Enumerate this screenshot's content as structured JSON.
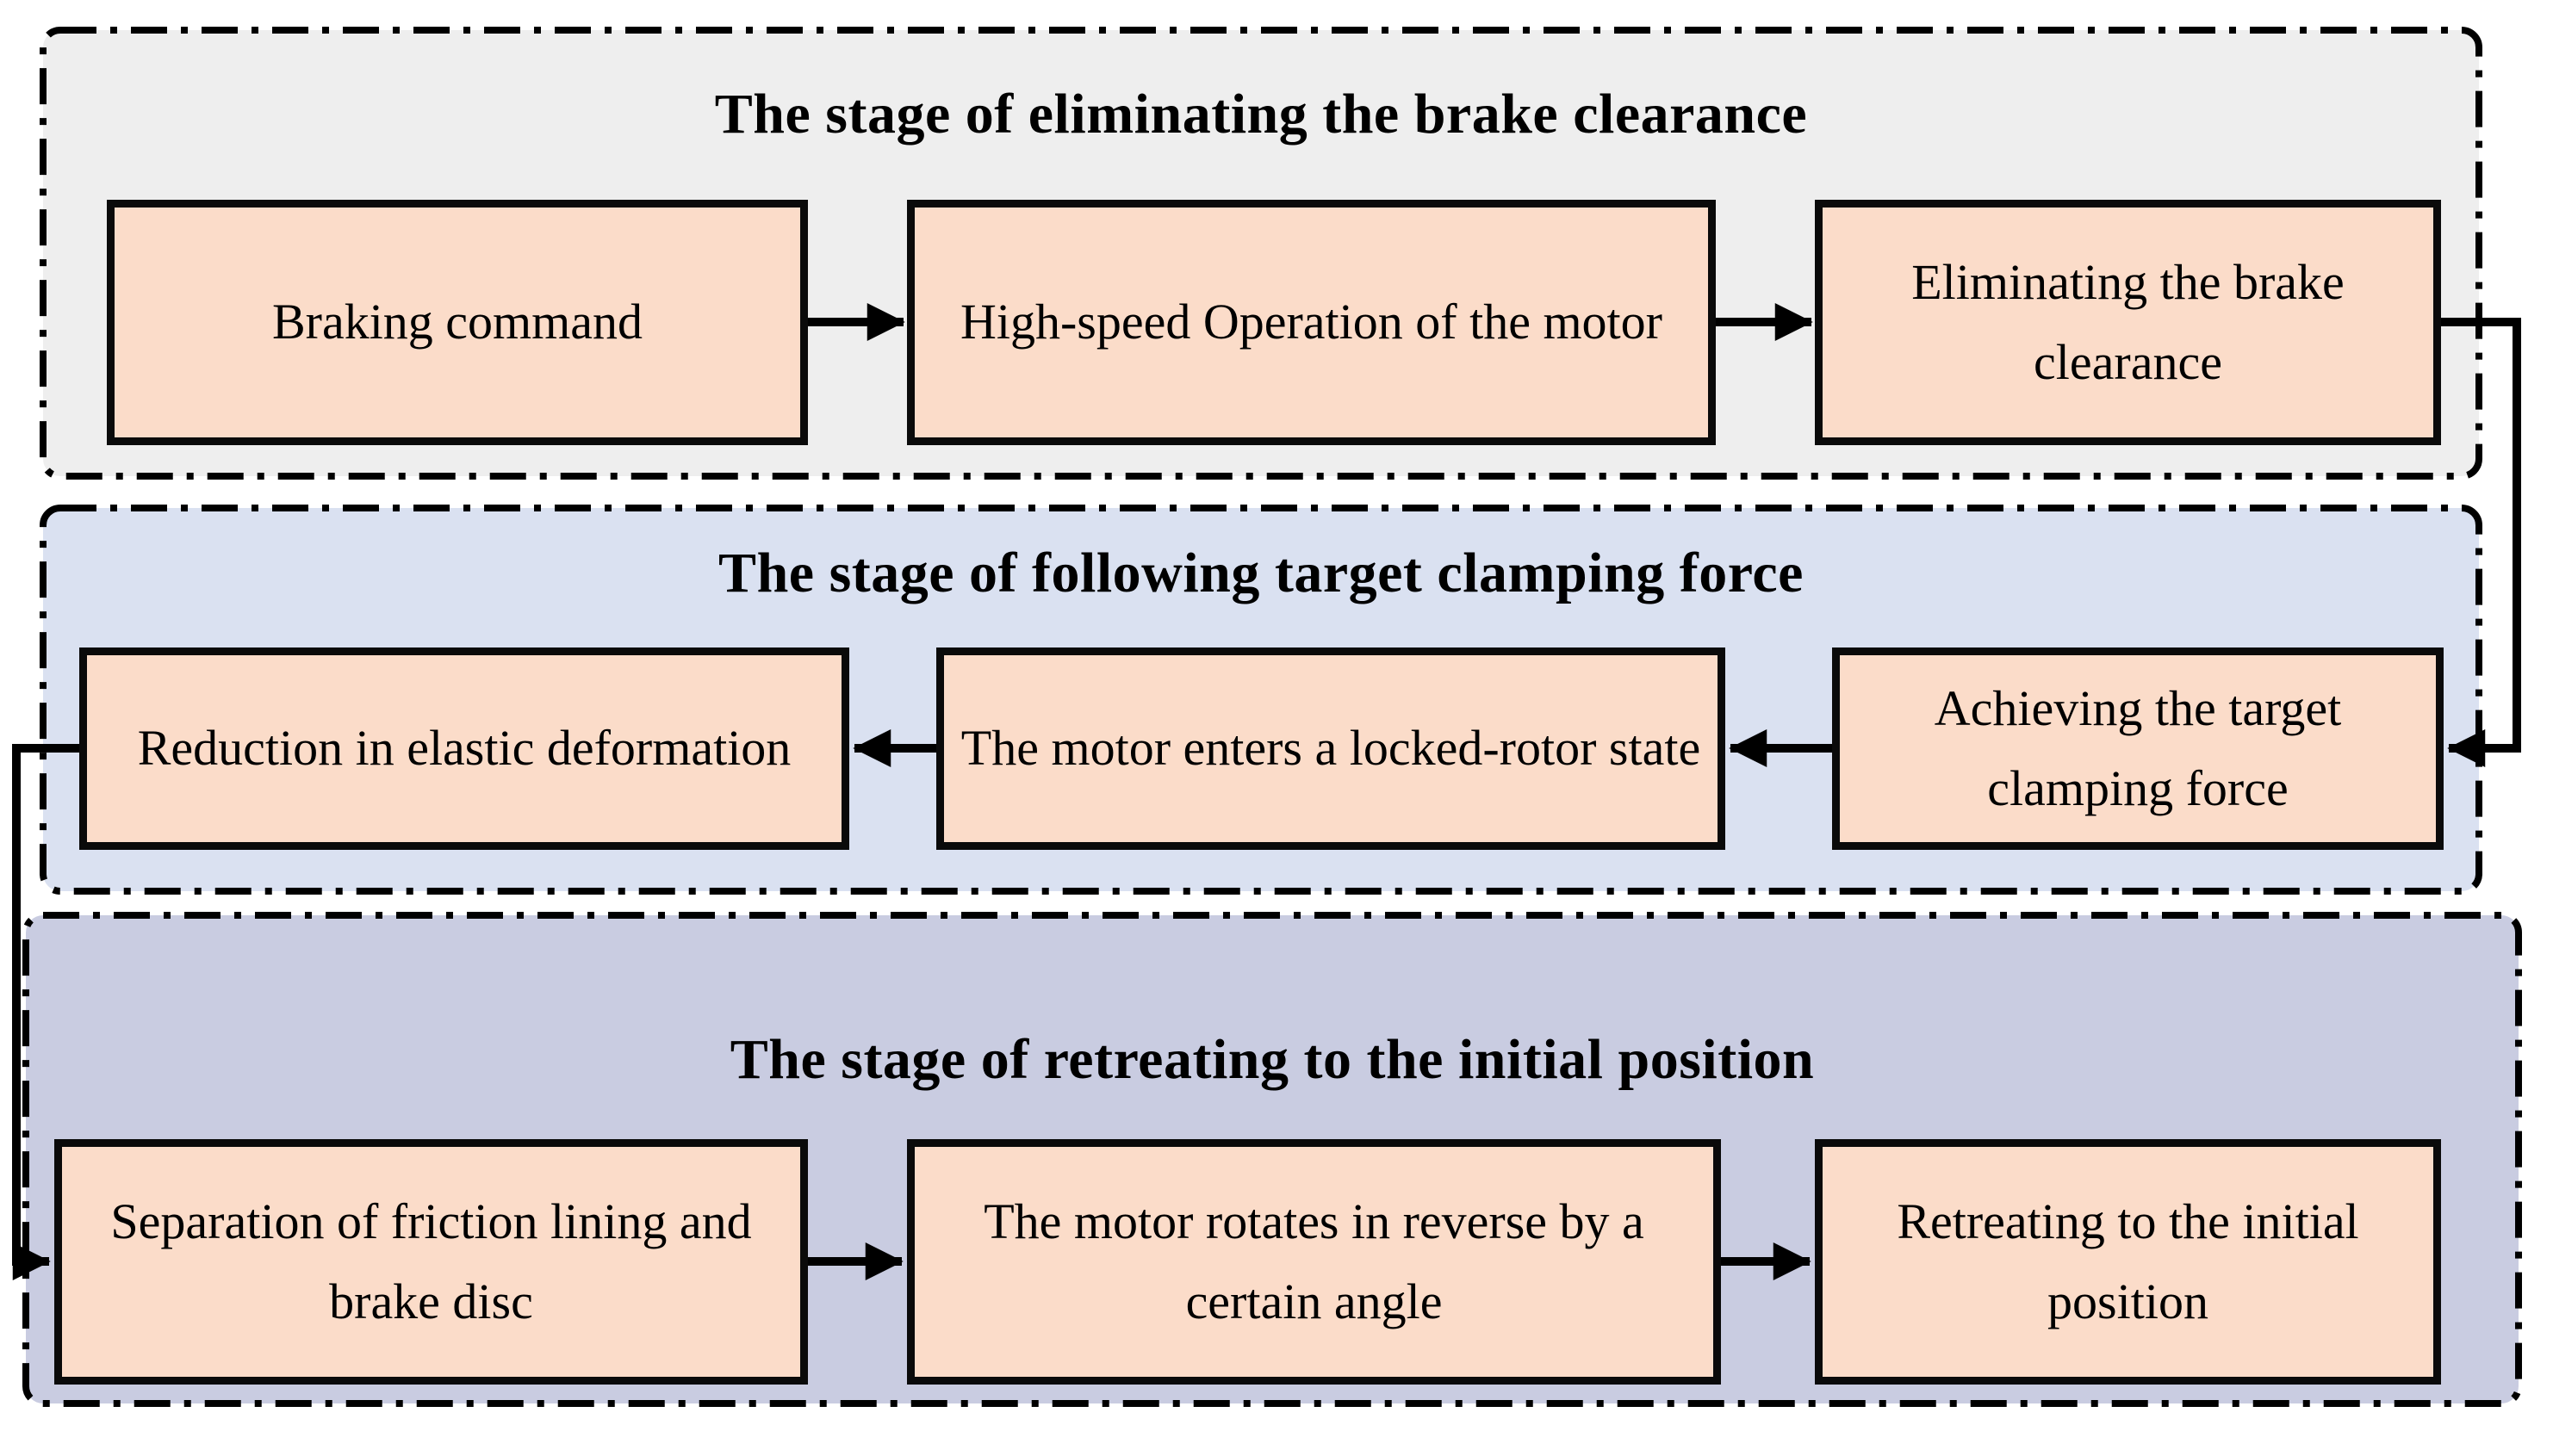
{
  "diagram": {
    "stages": [
      {
        "title": "The stage of eliminating the brake clearance",
        "bg_color": "#EEEEEE",
        "flow_direction": "left-to-right",
        "boxes": [
          {
            "label": "Braking command"
          },
          {
            "label": "High-speed Operation of the motor"
          },
          {
            "label": "Eliminating the brake clearance"
          }
        ]
      },
      {
        "title": "The stage of following target clamping force",
        "bg_color": "#DAE1F1",
        "flow_direction": "right-to-left",
        "boxes": [
          {
            "label": "Reduction in elastic deformation"
          },
          {
            "label": "The motor enters a locked-rotor state"
          },
          {
            "label": "Achieving the target clamping force"
          }
        ]
      },
      {
        "title": "The stage of retreating to the initial position",
        "bg_color": "#C9CCE1",
        "flow_direction": "left-to-right",
        "boxes": [
          {
            "label": "Separation of friction lining and brake disc"
          },
          {
            "label": "The motor rotates in reverse by a certain angle"
          },
          {
            "label": "Retreating to the initial position"
          }
        ]
      }
    ],
    "node_fill_color": "#FBDCC9",
    "node_border_color": "#0a0a0a",
    "line_color": "#000000",
    "connections": [
      {
        "from": "Braking command",
        "to": "High-speed Operation of the motor"
      },
      {
        "from": "High-speed Operation of the motor",
        "to": "Eliminating the brake clearance"
      },
      {
        "from": "Eliminating the brake clearance",
        "to": "Achieving the target clamping force"
      },
      {
        "from": "Achieving the target clamping force",
        "to": "The motor enters a locked-rotor state"
      },
      {
        "from": "The motor enters a locked-rotor state",
        "to": "Reduction in elastic deformation"
      },
      {
        "from": "Reduction in elastic deformation",
        "to": "Separation of friction lining and brake disc"
      },
      {
        "from": "Separation of friction lining and brake disc",
        "to": "The motor rotates in reverse by a certain angle"
      },
      {
        "from": "The motor rotates in reverse by a certain angle",
        "to": "Retreating to the initial position"
      }
    ]
  }
}
